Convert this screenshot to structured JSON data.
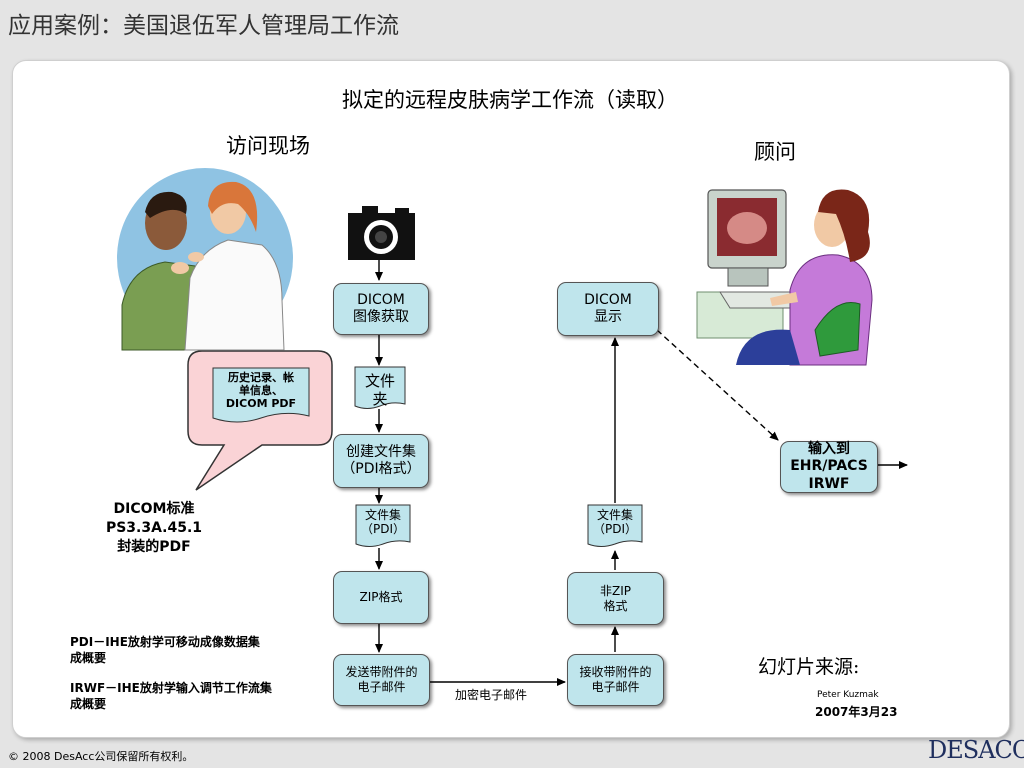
{
  "slide": {
    "title": "应用案例：美国退伍军人管理局工作流",
    "diagram_title": "拟定的远程皮肤病学工作流（读取）",
    "left_heading": "访问现场",
    "right_heading": "顾问"
  },
  "nodes": {
    "dicom_acquire": "DICOM\n图像获取",
    "folder": "文件\n夹",
    "create_fileset": "创建文件集\n（PDI格式）",
    "fileset_left": "文件集\n（PDI）",
    "zip": "ZIP格式",
    "send_email": "发送带附件的\n电子邮件",
    "receive_email": "接收带附件的\n电子邮件",
    "unzip": "非ZIP\n格式",
    "fileset_right": "文件集\n（PDI）",
    "dicom_display": "DICOM\n显示",
    "import": "输入到\nEHR/PACS\nIRWF"
  },
  "callout": {
    "doc_text": "历史记录、帐\n单信息、\nDICOM PDF",
    "standard": "DICOM标准\nPS3.3A.45.1\n封装的PDF"
  },
  "edge_labels": {
    "encrypted_email": "加密电子邮件"
  },
  "notes": {
    "pdi": "PDI－IHE放射学可移动成像数据集\n成概要",
    "irwf": "IRWF－IHE放射学输入调节工作流集\n成概要"
  },
  "source": {
    "heading": "幻灯片来源:",
    "author": "Peter Kuzmak",
    "date": "2007年3月23"
  },
  "footer": {
    "copyright": "© 2008 DesAcc公司保留所有权利。",
    "logo": "DESACC"
  },
  "colors": {
    "node_fill": "#bfe5ec",
    "callout_fill": "#fad3d6",
    "panel_bg": "#ffffff",
    "page_bg": "#e4e4e4",
    "logo": "#1f2f5e"
  },
  "icons": [
    "camera-icon",
    "patient-doctor-illustration",
    "consultant-computer-illustration"
  ]
}
